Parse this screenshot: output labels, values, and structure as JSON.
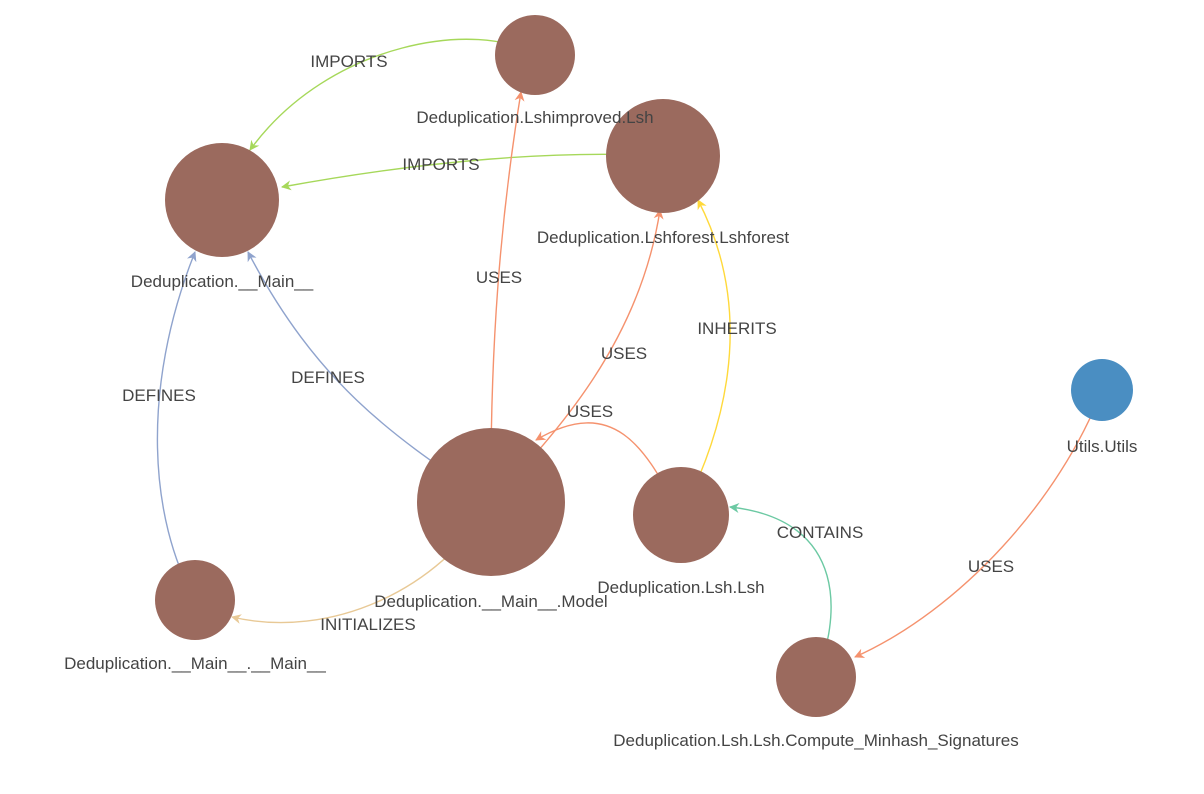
{
  "graph": {
    "nodes": [
      {
        "id": "lshimproved",
        "label": "Deduplication.Lshimproved.Lsh",
        "color": "#9b6a5e"
      },
      {
        "id": "main",
        "label": "Deduplication.__Main__",
        "color": "#9b6a5e"
      },
      {
        "id": "lshforest",
        "label": "Deduplication.Lshforest.Lshforest",
        "color": "#9b6a5e"
      },
      {
        "id": "model",
        "label": "Deduplication.__Main__.Model",
        "color": "#9b6a5e"
      },
      {
        "id": "lsh",
        "label": "Deduplication.Lsh.Lsh",
        "color": "#9b6a5e"
      },
      {
        "id": "mainmain",
        "label": "Deduplication.__Main__.__Main__",
        "color": "#9b6a5e"
      },
      {
        "id": "utils",
        "label": "Utils.Utils",
        "color": "#4a8ec2"
      },
      {
        "id": "minhash",
        "label": "Deduplication.Lsh.Lsh.Compute_Minhash_Signatures",
        "color": "#9b6a5e"
      }
    ],
    "edges": [
      {
        "id": "e1",
        "source": "lshimproved",
        "target": "main",
        "label": "IMPORTS",
        "color": "#a6d85a"
      },
      {
        "id": "e2",
        "source": "lshforest",
        "target": "main",
        "label": "IMPORTS",
        "color": "#a6d85a"
      },
      {
        "id": "e3",
        "source": "model",
        "target": "lshimproved",
        "label": "USES",
        "color": "#f5926e"
      },
      {
        "id": "e4",
        "source": "model",
        "target": "lshforest",
        "label": "USES",
        "color": "#f5926e"
      },
      {
        "id": "e5",
        "source": "lsh",
        "target": "model",
        "label": "USES",
        "color": "#f5926e"
      },
      {
        "id": "e6",
        "source": "lsh",
        "target": "lshforest",
        "label": "INHERITS",
        "color": "#ffd93b"
      },
      {
        "id": "e7",
        "source": "model",
        "target": "main",
        "label": "DEFINES",
        "color": "#8fa3cd"
      },
      {
        "id": "e8",
        "source": "mainmain",
        "target": "main",
        "label": "DEFINES",
        "color": "#8fa3cd"
      },
      {
        "id": "e9",
        "source": "model",
        "target": "mainmain",
        "label": "INITIALIZES",
        "color": "#e8c996"
      },
      {
        "id": "e10",
        "source": "minhash",
        "target": "lsh",
        "label": "CONTAINS",
        "color": "#6cc9a3"
      },
      {
        "id": "e11",
        "source": "utils",
        "target": "minhash",
        "label": "USES",
        "color": "#f5926e"
      }
    ]
  }
}
